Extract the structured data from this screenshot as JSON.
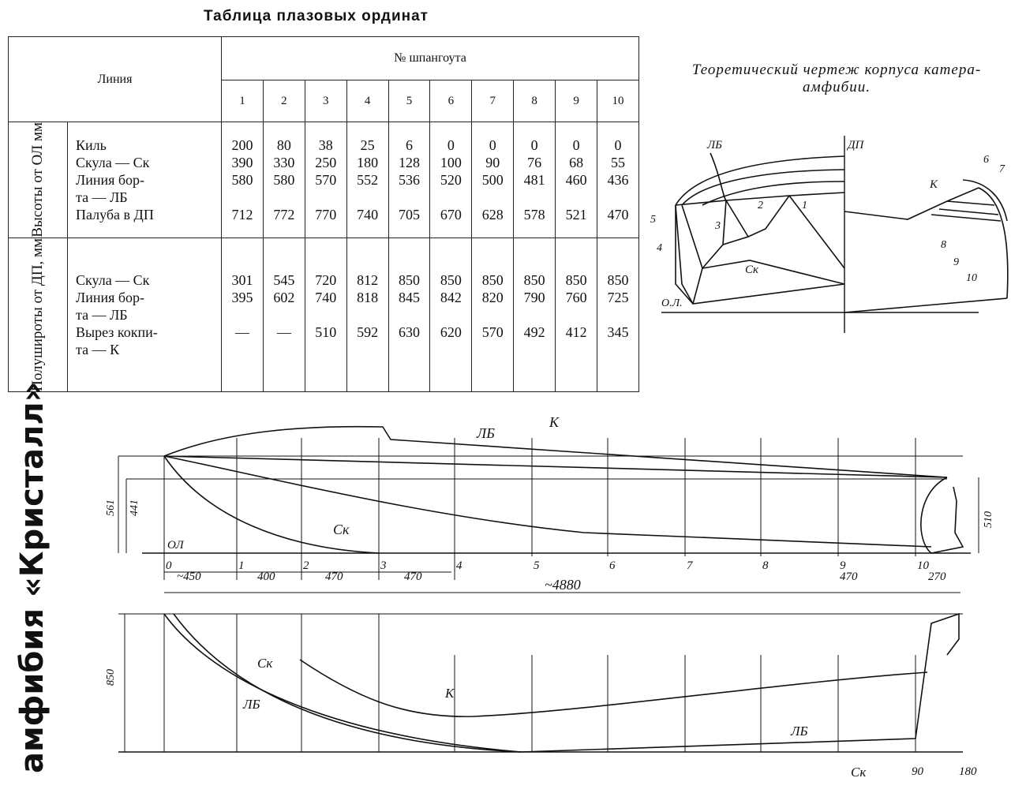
{
  "table": {
    "title": "Таблица плазовых ординат",
    "line_header": "Линия",
    "frames_header": "№ шпангоута",
    "frame_numbers": [
      "1",
      "2",
      "3",
      "4",
      "5",
      "6",
      "7",
      "8",
      "9",
      "10"
    ],
    "heights_group": "Высоты от ОЛ мм",
    "heights_rows": [
      {
        "name": "Киль",
        "values": [
          "200",
          "80",
          "38",
          "25",
          "6",
          "0",
          "0",
          "0",
          "0",
          "0"
        ]
      },
      {
        "name": "Скула — Ск",
        "values": [
          "390",
          "330",
          "250",
          "180",
          "128",
          "100",
          "90",
          "76",
          "68",
          "55"
        ]
      },
      {
        "name": "Линия бор-",
        "name2": "та — ЛБ",
        "values": [
          "580",
          "580",
          "570",
          "552",
          "536",
          "520",
          "500",
          "481",
          "460",
          "436"
        ]
      },
      {
        "name": "Палуба в ДП",
        "values": [
          "712",
          "772",
          "770",
          "740",
          "705",
          "670",
          "628",
          "578",
          "521",
          "470"
        ]
      }
    ],
    "half_group": "Полушироты от ДП, мм",
    "half_rows": [
      {
        "name": "Скула — Ск",
        "values": [
          "301",
          "545",
          "720",
          "812",
          "850",
          "850",
          "850",
          "850",
          "850",
          "850"
        ]
      },
      {
        "name": "Линия бор-",
        "name2": "та — ЛБ",
        "values": [
          "395",
          "602",
          "740",
          "818",
          "845",
          "842",
          "820",
          "790",
          "760",
          "725"
        ]
      },
      {
        "name": "Вырез кокпи-",
        "name2": "та — К",
        "values": [
          "—",
          "—",
          "510",
          "592",
          "630",
          "620",
          "570",
          "492",
          "412",
          "345"
        ]
      }
    ]
  },
  "theory_title": "Теоретический чертеж корпуса катера-амфибии.",
  "side_title": "амфибия «Кристалл»",
  "body_plan": {
    "labels": {
      "lb": "ЛБ",
      "dp": "ДП",
      "ck": "Ск",
      "k": "К",
      "ol": "О.Л."
    },
    "left_frames": [
      "1",
      "2",
      "3",
      "4",
      "5"
    ],
    "right_frames": [
      "6",
      "7",
      "8",
      "9",
      "10"
    ]
  },
  "profile": {
    "labels": {
      "lb": "ЛБ",
      "k": "К",
      "ck": "Ск",
      "ol": "ОЛ"
    },
    "station_numbers": [
      "0",
      "1",
      "2",
      "3",
      "4",
      "5",
      "6",
      "7",
      "8",
      "9",
      "10"
    ],
    "spacing_dims": [
      "~450",
      "400",
      "470",
      "470",
      "470",
      "270"
    ],
    "total_length": "~4880",
    "dims": {
      "h1": "561",
      "h2": "441",
      "stern": "510"
    }
  },
  "plan": {
    "labels": {
      "ck": "Ск",
      "lb": "ЛБ",
      "k": "К",
      "lb2": "ЛБ",
      "ck2": "Ск"
    },
    "dims": {
      "half_beam": "850",
      "stern_a": "90",
      "stern_b": "180"
    }
  }
}
